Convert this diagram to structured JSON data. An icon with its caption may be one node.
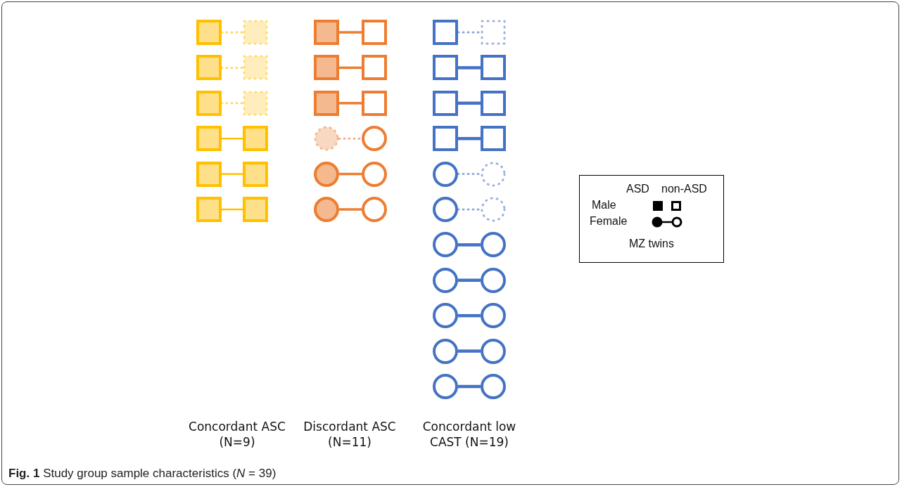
{
  "diagram": {
    "caption": "**Fig. 1** Study group sample characteristics (*N* = 39)",
    "nodes": [
      {
        "text": [],
        "shape": "box"
      },
      {
        "text": [],
        "shape": "box"
      },
      {
        "text": [],
        "shape": "box"
      },
      {
        "text": [],
        "shape": "box"
      },
      {
        "text": [],
        "shape": "box"
      },
      {
        "text": [],
        "shape": "box"
      },
      {
        "text": [],
        "shape": "box"
      },
      {
        "text": [],
        "shape": "box"
      },
      {
        "text": [],
        "shape": "box"
      },
      {
        "text": [],
        "shape": "box"
      },
      {
        "text": [],
        "shape": "box"
      },
      {
        "text": [],
        "shape": "box"
      },
      {
        "text": [],
        "shape": "box"
      },
      {
        "text": [],
        "shape": "box"
      },
      {
        "text": [],
        "shape": "box"
      },
      {
        "text": [],
        "shape": "box"
      },
      {
        "text": [],
        "shape": "box"
      },
      {
        "text": [],
        "shape": "box"
      },
      {
        "text": [],
        "shape": "circle"
      },
      {
        "text": [],
        "shape": "circle"
      },
      {
        "text": [],
        "shape": "circle"
      },
      {
        "text": [],
        "shape": "circle"
      },
      {
        "text": [],
        "shape": "circle"
      },
      {
        "text": [],
        "shape": "circle"
      },
      {
        "text": [],
        "shape": "box"
      },
      {
        "text": [],
        "shape": "box"
      },
      {
        "text": [],
        "shape": "box"
      },
      {
        "text": [],
        "shape": "box"
      },
      {
        "text": [],
        "shape": "box"
      },
      {
        "text": [],
        "shape": "box"
      },
      {
        "text": [],
        "shape": "box"
      },
      {
        "text": [],
        "shape": "box"
      },
      {
        "text": [],
        "shape": "circle"
      },
      {
        "text": [],
        "shape": "circle"
      },
      {
        "text": [],
        "shape": "circle"
      },
      {
        "text": [],
        "shape": "circle"
      },
      {
        "text": [],
        "shape": "circle"
      },
      {
        "text": [],
        "shape": "circle"
      },
      {
        "text": [],
        "shape": "circle"
      },
      {
        "text": [],
        "shape": "circle"
      },
      {
        "text": [],
        "shape": "circle"
      },
      {
        "text": [],
        "shape": "circle"
      },
      {
        "text": [],
        "shape": "circle"
      },
      {
        "text": [],
        "shape": "circle"
      },
      {
        "text": [],
        "shape": "circle"
      },
      {
        "text": [],
        "shape": "circle"
      }
    ],
    "edges": [
      {
        "from": 0,
        "to": 1,
        "arrow": "none",
        "style": "dashed",
        "color": "#ffc000"
      },
      {
        "from": 2,
        "to": 3,
        "arrow": "none",
        "style": "dashed",
        "color": "#ffc000"
      },
      {
        "from": 4,
        "to": 5,
        "arrow": "none",
        "style": "dashed",
        "color": "#ffc000"
      },
      {
        "from": 6,
        "to": 7,
        "arrow": "none",
        "color": "#ffc000"
      },
      {
        "from": 8,
        "to": 9,
        "arrow": "none",
        "color": "#ffc000"
      },
      {
        "from": 10,
        "to": 11,
        "arrow": "none",
        "color": "#ffc000"
      },
      {
        "from": 12,
        "to": 13,
        "arrow": "none",
        "color": "#ed7d31"
      },
      {
        "from": 14,
        "to": 15,
        "arrow": "none",
        "color": "#ed7d31"
      },
      {
        "from": 16,
        "to": 17,
        "arrow": "none",
        "color": "#ed7d31"
      },
      {
        "from": 18,
        "to": 19,
        "arrow": "none",
        "style": "dashed",
        "color": "#ed7d31"
      },
      {
        "from": 20,
        "to": 21,
        "arrow": "none",
        "color": "#ed7d31"
      },
      {
        "from": 22,
        "to": 23,
        "arrow": "none",
        "color": "#ed7d31"
      },
      {
        "from": 24,
        "to": 25,
        "arrow": "none",
        "style": "dashed"
      },
      {
        "from": 26,
        "to": 27,
        "arrow": "none"
      },
      {
        "from": 28,
        "to": 29,
        "arrow": "none"
      },
      {
        "from": 30,
        "to": 31,
        "arrow": "none"
      },
      {
        "from": 32,
        "to": 33,
        "arrow": "none",
        "style": "dashed"
      },
      {
        "from": 34,
        "to": 35,
        "arrow": "none",
        "style": "dashed"
      },
      {
        "from": 36,
        "to": 37,
        "arrow": "none"
      },
      {
        "from": 38,
        "to": 39,
        "arrow": "none"
      },
      {
        "from": 40,
        "to": 41,
        "arrow": "none"
      },
      {
        "from": 42,
        "to": 43,
        "arrow": "none"
      },
      {
        "from": 44,
        "to": 45,
        "arrow": "none"
      }
    ],
    "labels": [
      "Concordant ASC (N=9)",
      "Discordant ASC (N=11)",
      "Concordant low CAST (N=19)"
    ],
    "legend": [
      {
        "text": "ASD"
      },
      {
        "text": "non-ASD"
      },
      {
        "text": "Male"
      },
      {
        "text": "Female"
      },
      {
        "text": "MZ twins"
      }
    ]
  }
}
